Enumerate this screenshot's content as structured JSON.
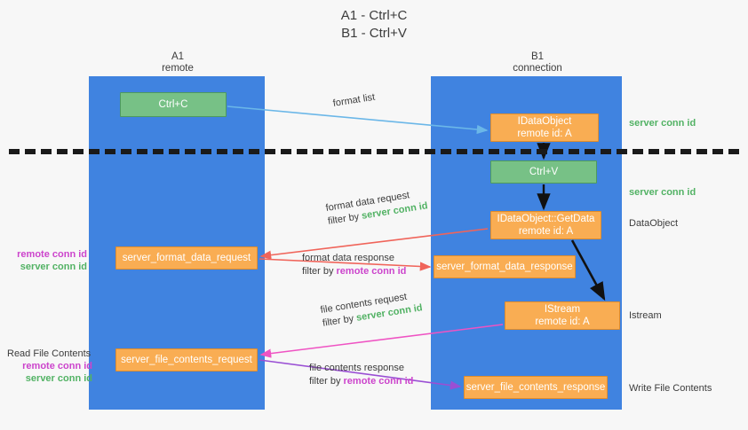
{
  "title": "A1 - Ctrl+C\nB1 - Ctrl+V",
  "lanes": {
    "a": {
      "header": "A1\nremote"
    },
    "b": {
      "header": "B1\nconnection"
    }
  },
  "nodes": {
    "ctrl_c": "Ctrl+C",
    "idataobject_line1": "IDataObject",
    "idataobject_line2": "remote id: A",
    "ctrl_v": "Ctrl+V",
    "getdata_line1": "IDataObject::GetData",
    "getdata_line2": "remote id: A",
    "format_data_request": "server_format_data_request",
    "format_data_response": "server_format_data_response",
    "istream_line1": "IStream",
    "istream_line2": "remote id: A",
    "file_contents_request": "server_file_contents_request",
    "file_contents_response": "server_file_contents_response"
  },
  "edges": {
    "format_list": "format list",
    "format_data_request": "format data request",
    "format_data_request_filter_prefix": "filter by ",
    "format_data_request_filter_id": "server conn id",
    "format_data_response": "format data response",
    "format_data_response_filter_prefix": "filter by ",
    "format_data_response_filter_id": "remote conn id",
    "file_contents_request": "file contents request",
    "file_contents_request_filter_prefix": "filter by ",
    "file_contents_request_filter_id": "server conn id",
    "file_contents_response": "file contents response",
    "file_contents_response_filter_prefix": "filter by ",
    "file_contents_response_filter_id": "remote conn id"
  },
  "annotations": {
    "right": {
      "server_conn_id_1": "server conn id",
      "server_conn_id_2": "server conn id",
      "dataobject": "DataObject",
      "istream": "Istream",
      "write_file_contents": "Write File Contents"
    },
    "left": {
      "remote_conn_id_1": "remote conn id",
      "server_conn_id_1": "server conn id",
      "read_file_contents": "Read File Contents",
      "remote_conn_id_2": "remote conn id",
      "server_conn_id_2": "server conn id"
    }
  },
  "colors": {
    "lane": "#4083e0",
    "green_node": "#77c186",
    "orange_node": "#f9ad53",
    "server_conn_id": "#52b264",
    "remote_conn_id": "#cc44cc",
    "arrow_blue": "#6bb7e8",
    "arrow_red": "#f0645a",
    "arrow_pink": "#ef53c3",
    "arrow_purple": "#9a4fd4",
    "arrow_black": "#111111"
  }
}
